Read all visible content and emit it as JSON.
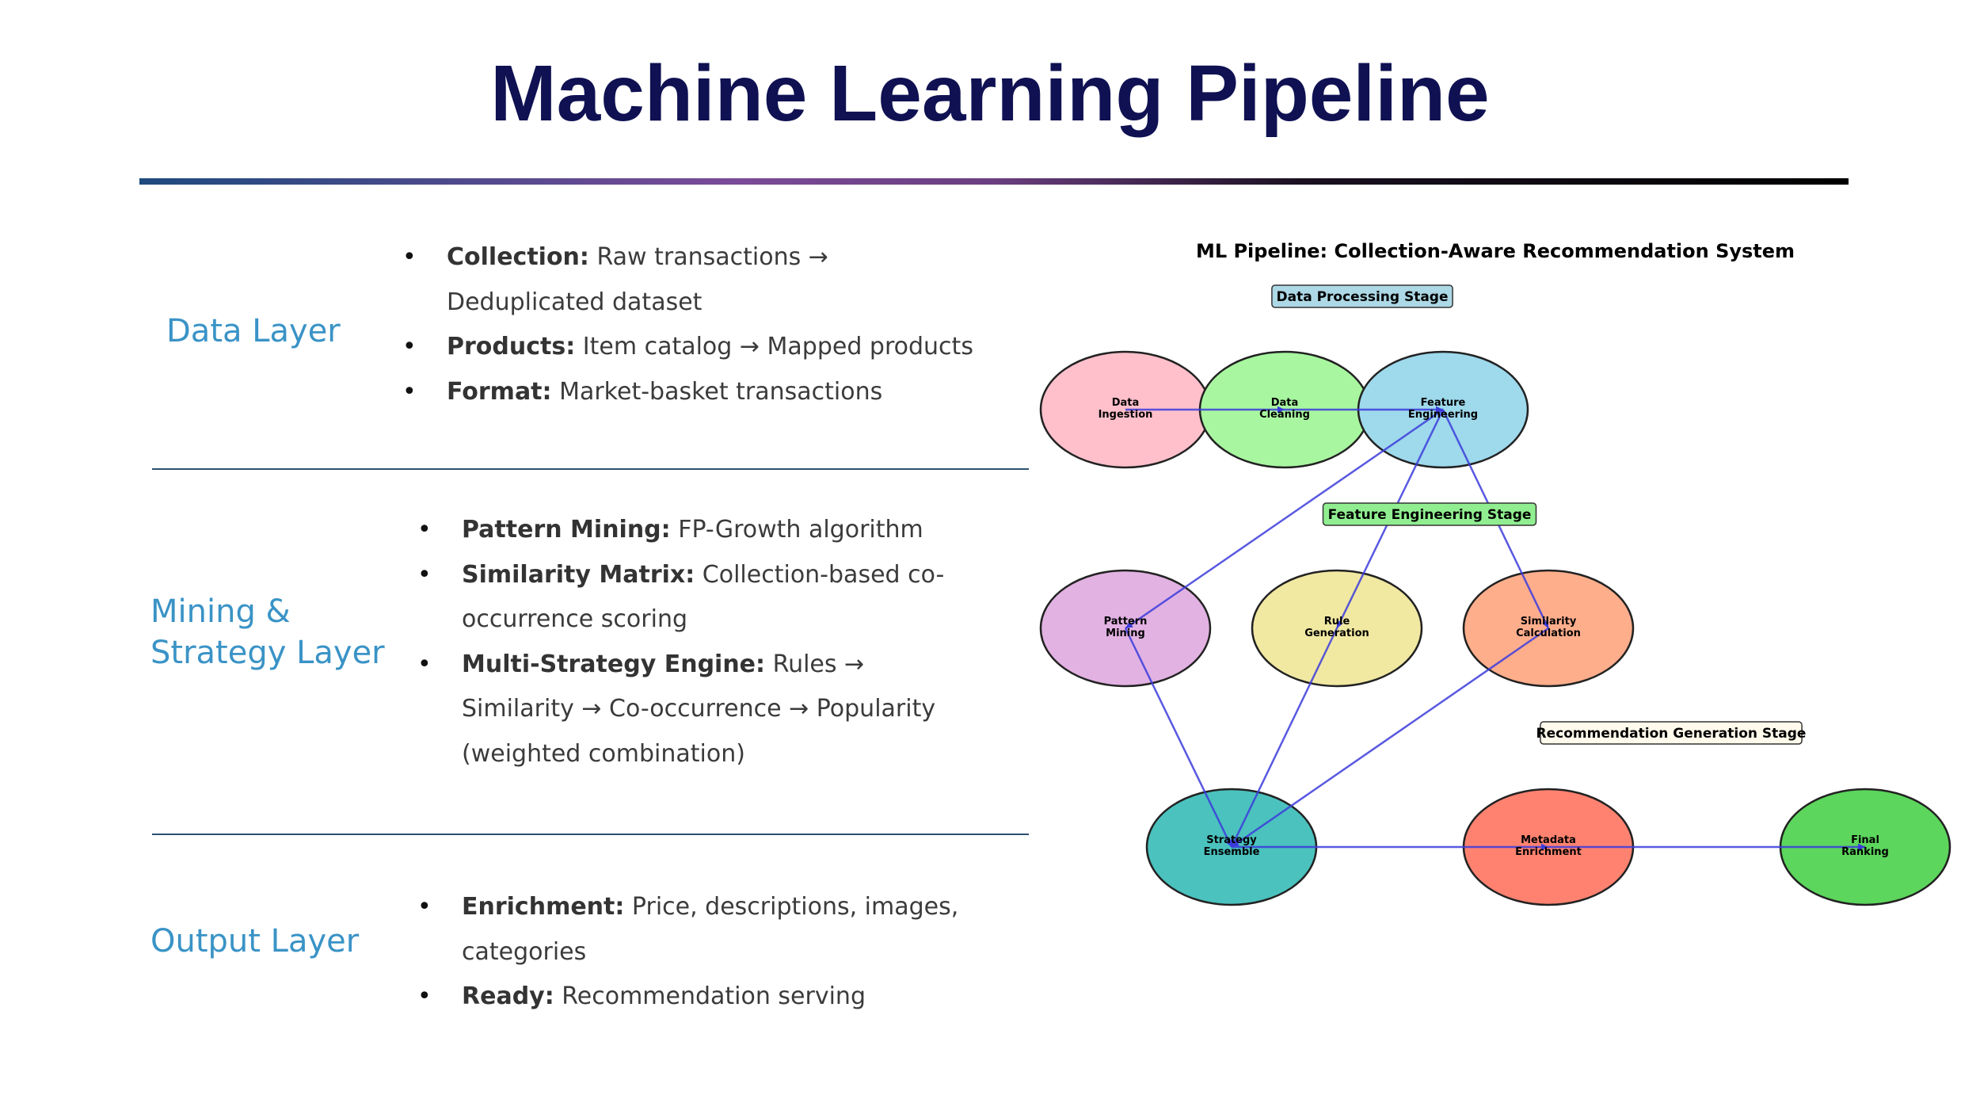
{
  "page": {
    "title": "Machine Learning Pipeline"
  },
  "sections": [
    {
      "label": "Data Layer",
      "items": [
        {
          "key": "Collection:",
          "text": "Raw transactions → Deduplicated dataset"
        },
        {
          "key": "Products:",
          "text": "Item catalog → Mapped products"
        },
        {
          "key": "Format:",
          "text": "Market-basket transactions"
        }
      ]
    },
    {
      "label": "Mining & Strategy Layer",
      "items": [
        {
          "key": "Pattern Mining:",
          "text": "FP-Growth algorithm"
        },
        {
          "key": "Similarity Matrix:",
          "text": "Collection-based co-occurrence scoring"
        },
        {
          "key": "Multi-Strategy Engine:",
          "text": "Rules → Similarity → Co-occurrence → Popularity (weighted combination)"
        }
      ]
    },
    {
      "label": "Output Layer",
      "items": [
        {
          "key": "Enrichment:",
          "text": "Price, descriptions, images, categories"
        },
        {
          "key": "Ready:",
          "text": "Recommendation serving"
        }
      ]
    }
  ],
  "diagram": {
    "title": "ML Pipeline: Collection-Aware Recommendation System",
    "stages": [
      {
        "id": "data-processing",
        "label": "Data Processing Stage",
        "color": "#add8e6"
      },
      {
        "id": "feature-engineering",
        "label": "Feature Engineering Stage",
        "color": "#90ee90"
      },
      {
        "id": "recommendation-generation",
        "label": "Recommendation Generation Stage",
        "color": "#fffaeb"
      }
    ],
    "nodes": [
      {
        "id": "data-ingestion",
        "label": "Data\nIngestion",
        "color": "#ffc0cb"
      },
      {
        "id": "data-cleaning",
        "label": "Data\nCleaning",
        "color": "#a8f7a0"
      },
      {
        "id": "feature-engineering",
        "label": "Feature\nEngineering",
        "color": "#9ed9ec"
      },
      {
        "id": "pattern-mining",
        "label": "Pattern\nMining",
        "color": "#e2b2e2"
      },
      {
        "id": "rule-generation",
        "label": "Rule\nGeneration",
        "color": "#f1e8a2"
      },
      {
        "id": "similarity-calculation",
        "label": "Similarity\nCalculation",
        "color": "#ffae8c"
      },
      {
        "id": "strategy-ensemble",
        "label": "Strategy\nEnsemble",
        "color": "#4bc2be"
      },
      {
        "id": "metadata-enrichment",
        "label": "Metadata\nEnrichment",
        "color": "#ff8270"
      },
      {
        "id": "final-ranking",
        "label": "Final\nRanking",
        "color": "#5cd65c"
      }
    ],
    "edges": [
      [
        "data-ingestion",
        "data-cleaning"
      ],
      [
        "data-cleaning",
        "feature-engineering"
      ],
      [
        "feature-engineering",
        "pattern-mining"
      ],
      [
        "feature-engineering",
        "rule-generation"
      ],
      [
        "feature-engineering",
        "similarity-calculation"
      ],
      [
        "pattern-mining",
        "strategy-ensemble"
      ],
      [
        "rule-generation",
        "strategy-ensemble"
      ],
      [
        "similarity-calculation",
        "strategy-ensemble"
      ],
      [
        "strategy-ensemble",
        "metadata-enrichment"
      ],
      [
        "metadata-enrichment",
        "final-ranking"
      ]
    ],
    "edge_color": "#3c3cdc"
  }
}
